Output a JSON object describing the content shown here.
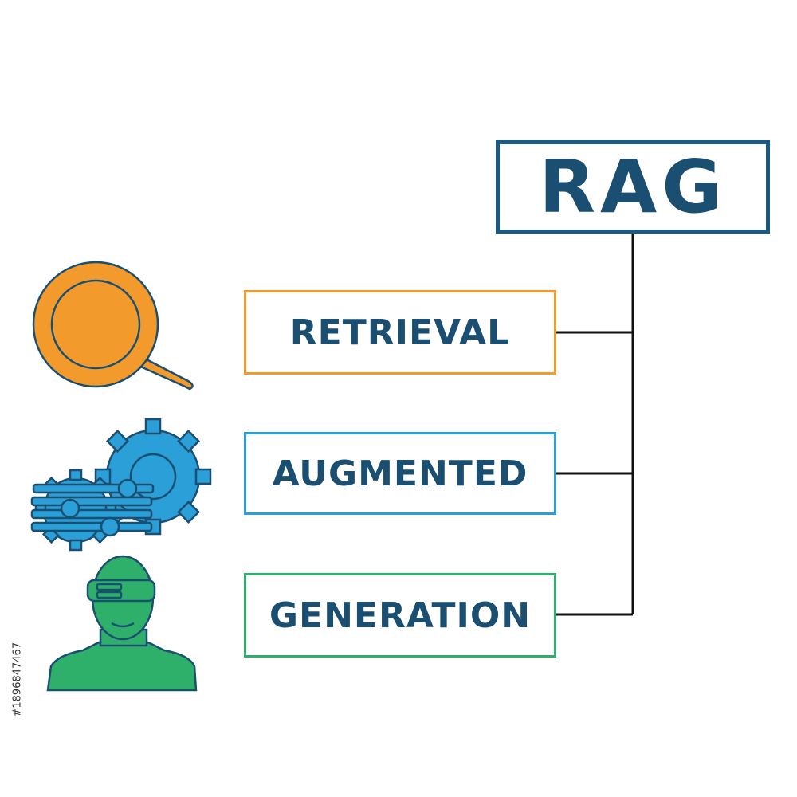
{
  "diagram": {
    "title": "RAG",
    "items": [
      {
        "label": "RETRIEVAL",
        "icon": "magnifier-icon",
        "color": "#f39a2c"
      },
      {
        "label": "AUGMENTED",
        "icon": "gears-icon",
        "color": "#2a9fd8"
      },
      {
        "label": "GENERATION",
        "icon": "vr-person-icon",
        "color": "#2eb06a"
      }
    ],
    "text_color": "#1b4f72",
    "title_border_color": "#1b5a85"
  },
  "stock_id": "#1896847467"
}
